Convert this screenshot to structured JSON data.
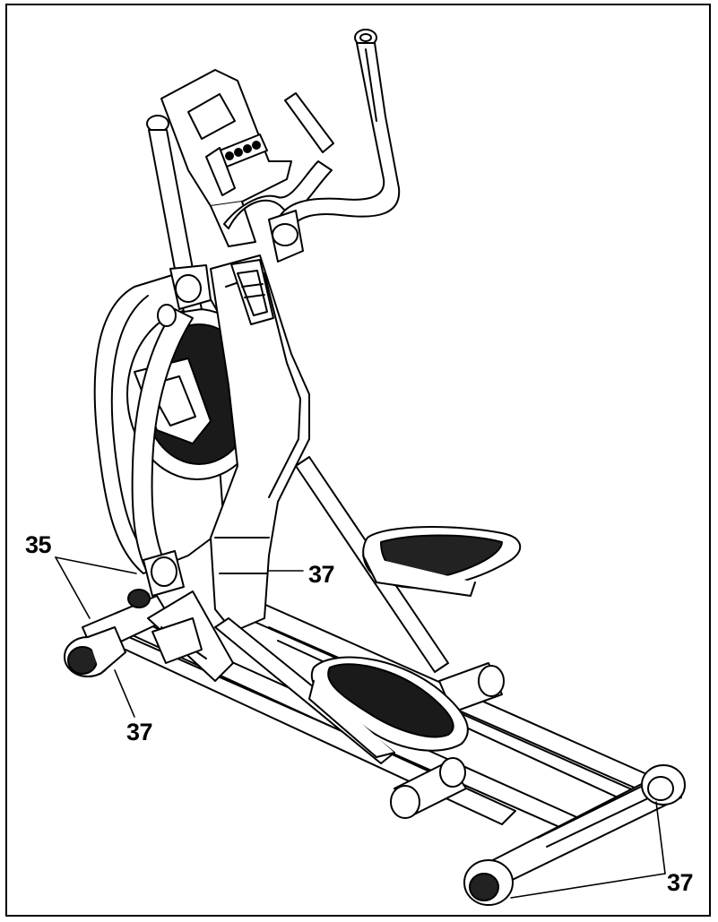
{
  "callouts": {
    "part_35": "35",
    "part_37_mid": "37",
    "part_37_left": "37",
    "part_37_right": "37"
  },
  "colors": {
    "line": "#000000",
    "background": "#ffffff",
    "mesh": "#1a1a1a"
  }
}
